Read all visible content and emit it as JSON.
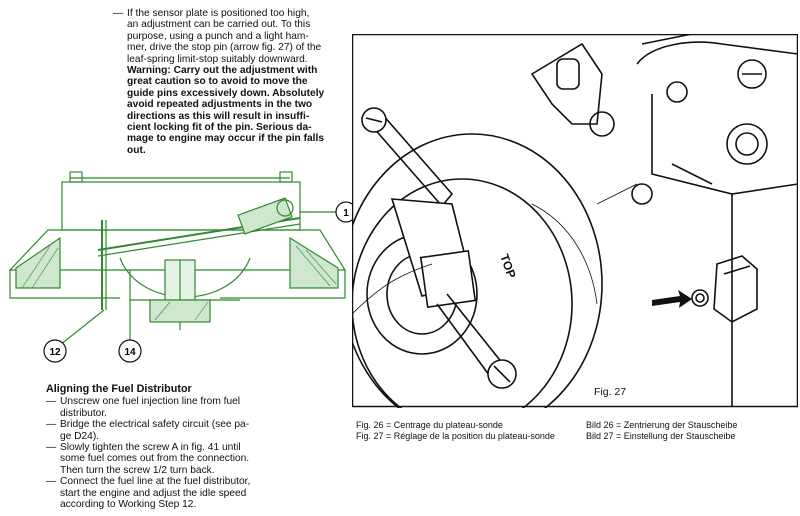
{
  "warning": {
    "intro_lines": [
      "If the sensor plate is positioned too high,",
      "an adjustment can be carried out. To this",
      "purpose, using a punch and a light ham-",
      "mer, drive the stop pin (arrow fig. 27) of the",
      "leaf-spring limit-stop suitably downward."
    ],
    "bold_lines": [
      "Warning: Carry out the adjustment with",
      "great caution so to avoid to move the",
      "guide pins excessively down. Absolutely",
      "avoid repeated adjustments in the two",
      "directions as this will result in insuffi-",
      "cient locking fit of the pin.  Serious da-",
      "mage to engine may occur if the pin falls",
      "out."
    ]
  },
  "diagram_left": {
    "callouts": [
      "1",
      "12",
      "14"
    ]
  },
  "section": {
    "title": "Aligning the Fuel Distributor",
    "items": [
      [
        "Unscrew one fuel injection line from fuel",
        "distributor."
      ],
      [
        "Bridge the electrical safety circuit (see pa-",
        "ge D24)."
      ],
      [
        "Slowly tighten the screw A in fig. 41 until",
        "some fuel comes out from the connection.",
        "Then turn the screw 1/2 turn back."
      ],
      [
        "Connect the fuel line at the fuel distributor,",
        "start the engine and adjust the idle speed",
        "according to Working Step 12."
      ]
    ]
  },
  "figure27": {
    "label": "Fig. 27",
    "top_text": "TOP"
  },
  "captions": {
    "fr": [
      "Fig. 26 = Centrage du plateau-sonde",
      "Fig. 27 = Réglage de la position du plateau-sonde"
    ],
    "de": [
      "Bild 26 = Zentrierung der Stauscheibe",
      "Bild 27 = Einstellung der Stauscheibe"
    ]
  },
  "colors": {
    "diagram_green": "#2f8a2f",
    "ink": "#111111"
  }
}
